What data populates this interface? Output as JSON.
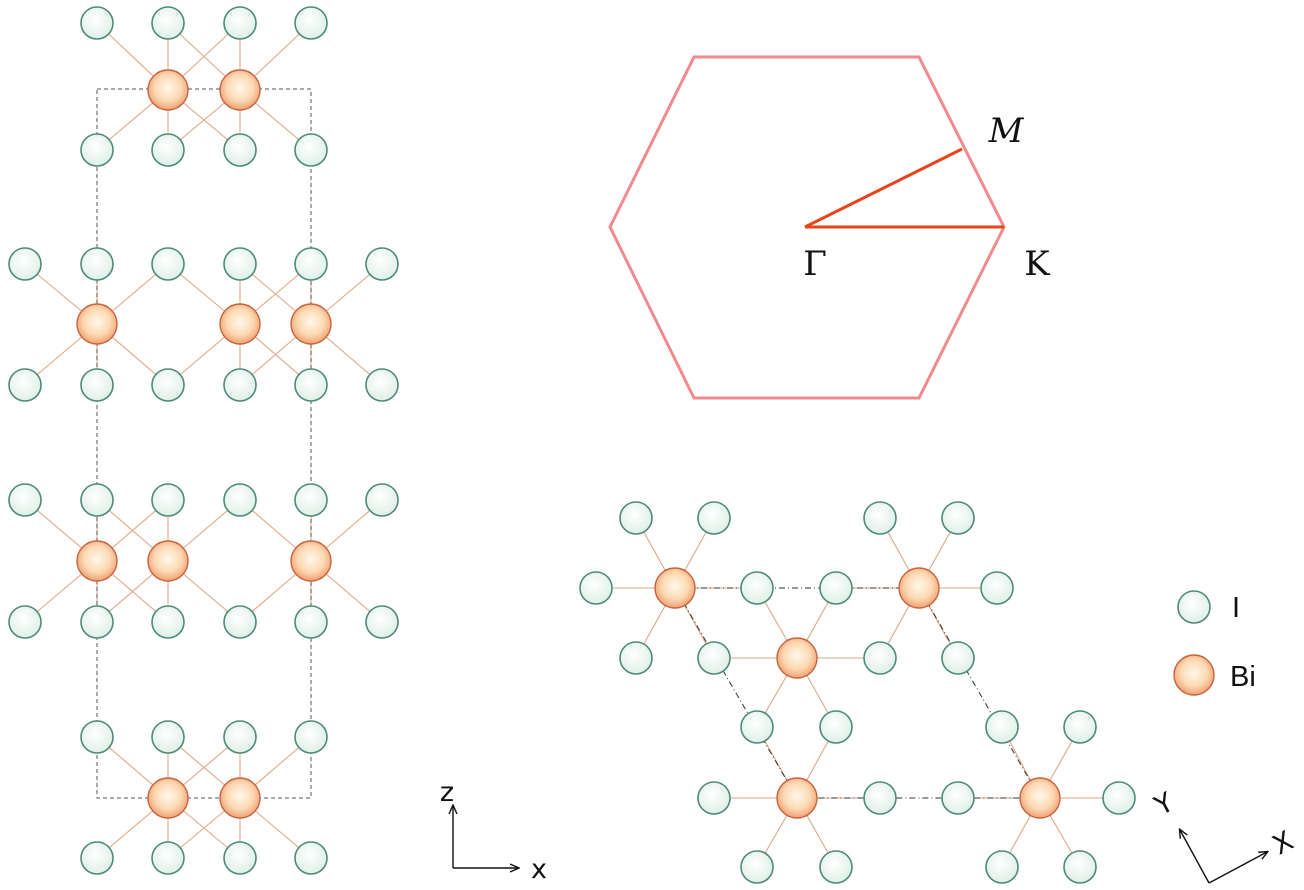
{
  "colors": {
    "iodine_fill": "#eaf6ef",
    "iodine_stroke": "#4e8a78",
    "bismuth_core": "#fff8ec",
    "bismuth_edge": "#ec9464",
    "bismuth_stroke": "#c6643e",
    "bond": "#e0a886",
    "cell": "#555555",
    "bz_hexagon": "#f08a8e",
    "bz_path": "#e8441a"
  },
  "brillouin_zone": {
    "gamma": "Γ",
    "k": "K",
    "m": "M"
  },
  "side_view_axes": {
    "vertical": "z",
    "horizontal": "x"
  },
  "top_view_axes": {
    "y": "Y",
    "x": "X"
  },
  "legend": [
    {
      "species": "iodine",
      "label": "I"
    },
    {
      "species": "bismuth",
      "label": "Bi"
    }
  ]
}
